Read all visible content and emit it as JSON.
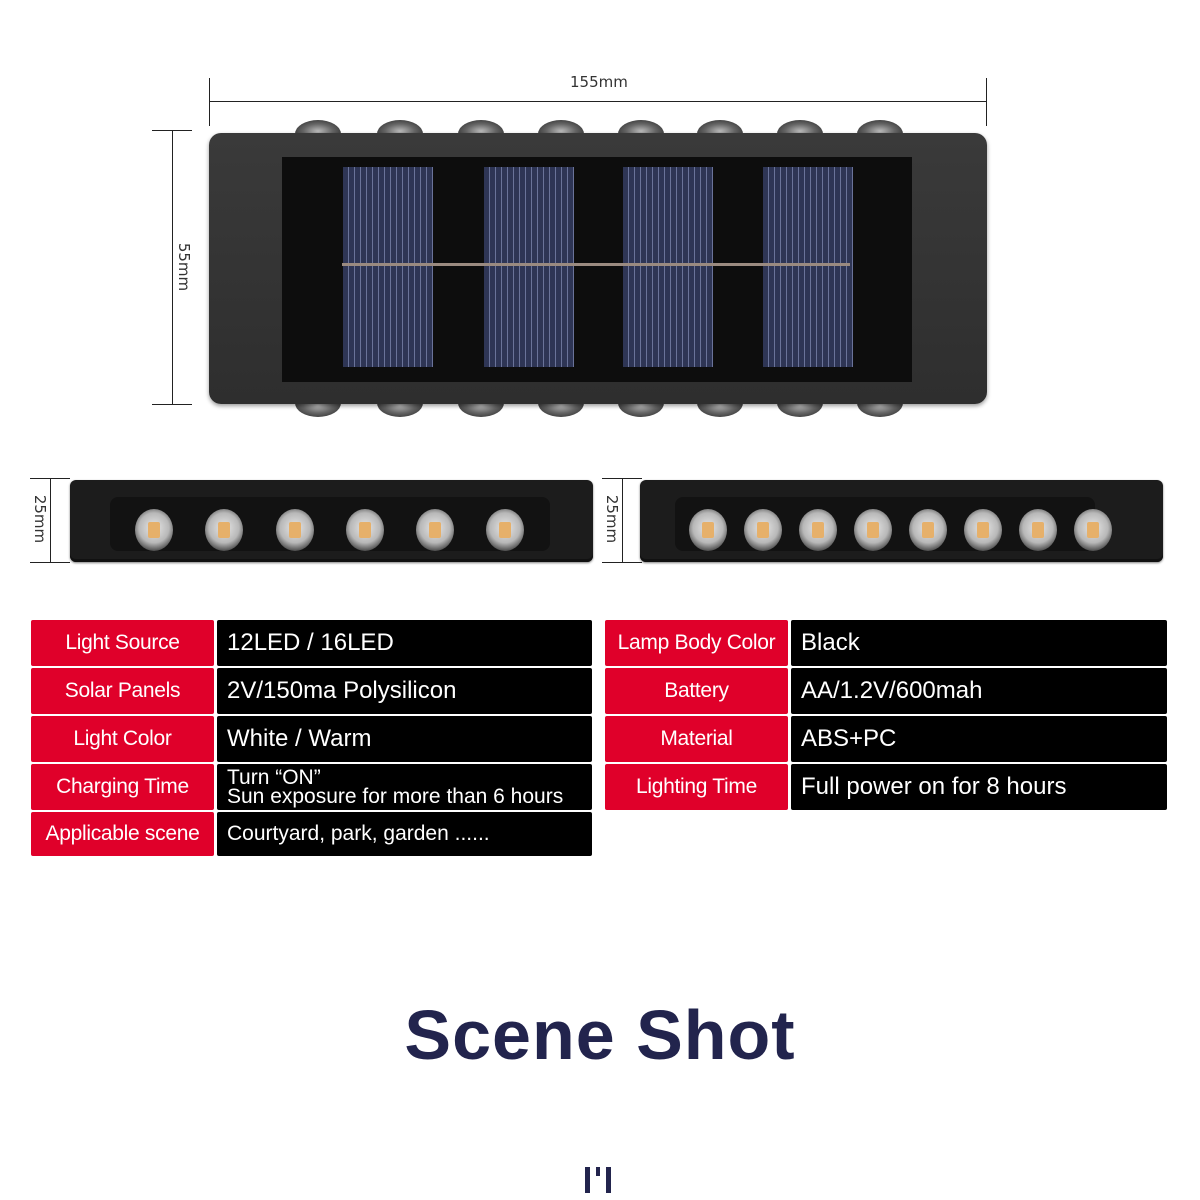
{
  "dimensions": {
    "width": "155mm",
    "height": "55mm",
    "side_left_height": "25mm",
    "side_right_height": "25mm"
  },
  "product": {
    "top_view": {
      "solar_cells": 4,
      "top_bumps": 8,
      "bottom_bumps": 8
    },
    "side_view_left": {
      "leds": 6
    },
    "side_view_right": {
      "leds": 8
    }
  },
  "specs_left": [
    {
      "label": "Light Source",
      "value": "12LED / 16LED"
    },
    {
      "label": "Solar Panels",
      "value": "2V/150ma Polysilicon"
    },
    {
      "label": "Light Color",
      "value": "White / Warm"
    },
    {
      "label": "Charging Time",
      "value_line1": "Turn “ON”",
      "value_line2": "Sun exposure for more than 6 hours"
    },
    {
      "label": "Applicable scene",
      "value": "Courtyard, park, garden ......"
    }
  ],
  "specs_right": [
    {
      "label": "Lamp Body Color",
      "value": "Black"
    },
    {
      "label": "Battery",
      "value": "AA/1.2V/600mah"
    },
    {
      "label": "Material",
      "value": "ABS+PC"
    },
    {
      "label": "Lighting Time",
      "value": "Full power on for 8 hours"
    }
  ],
  "colors": {
    "label_bg": "#e0002a",
    "value_bg": "#000000",
    "title": "#22244d"
  },
  "section_title": "Scene Shot",
  "scroll_indicator_icon": "scroll-down-icon"
}
